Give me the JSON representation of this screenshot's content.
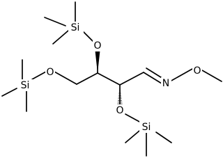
{
  "atoms": {
    "si_top": "Si",
    "o_top": "O",
    "si_left": "Si",
    "o_left": "O",
    "n": "N",
    "o_methoxy": "O",
    "o_bottom": "O",
    "si_bottom": "Si"
  }
}
